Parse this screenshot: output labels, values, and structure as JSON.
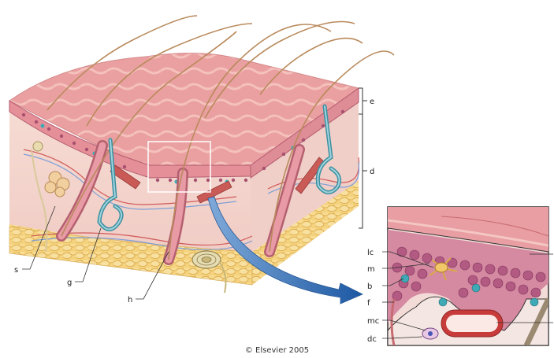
{
  "figure": {
    "main_labels": {
      "e": "e",
      "d": "d",
      "s": "s",
      "g": "g",
      "h": "h"
    },
    "inset_labels": {
      "lc": "lc",
      "m": "m",
      "b": "b",
      "f": "f",
      "mc": "mc",
      "dc": "dc"
    },
    "copyright": "© Elsevier 2005",
    "colors": {
      "epidermis": "#e9a3a3",
      "epidermis_dark": "#c96e7a",
      "dermis": "#f2d6cf",
      "fat": "#f3cf7a",
      "basal_cells": "#b3577e",
      "teal_cells": "#3fa9b5",
      "arrow": "#2f6db0"
    }
  }
}
